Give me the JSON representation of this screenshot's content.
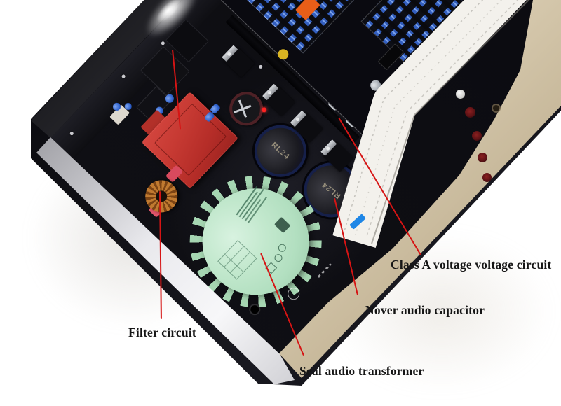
{
  "annotations": {
    "filter_circuit": "Filter circuit",
    "seal_audio_transformer": "Seal audio transformer",
    "nover_audio_capacitor": "Nover audio capacitor",
    "class_a_circuit": "Class A voltage voltage circuit"
  },
  "components": {
    "capacitor_brand_top": "RL24",
    "capacitor_brand_bottom": "RL24"
  },
  "colors": {
    "pointer_line_red": "#d61414",
    "label_text": "#151515",
    "pcb_black": "#101015",
    "front_panel_gold": "#cfc2a8",
    "side_rim_silver": "#e8e8ec",
    "transformer_box_red": "#c23a33",
    "toroid_green": "#b7e3c3",
    "resistor_blue": "#3f6fd0",
    "background": "#ffffff"
  }
}
